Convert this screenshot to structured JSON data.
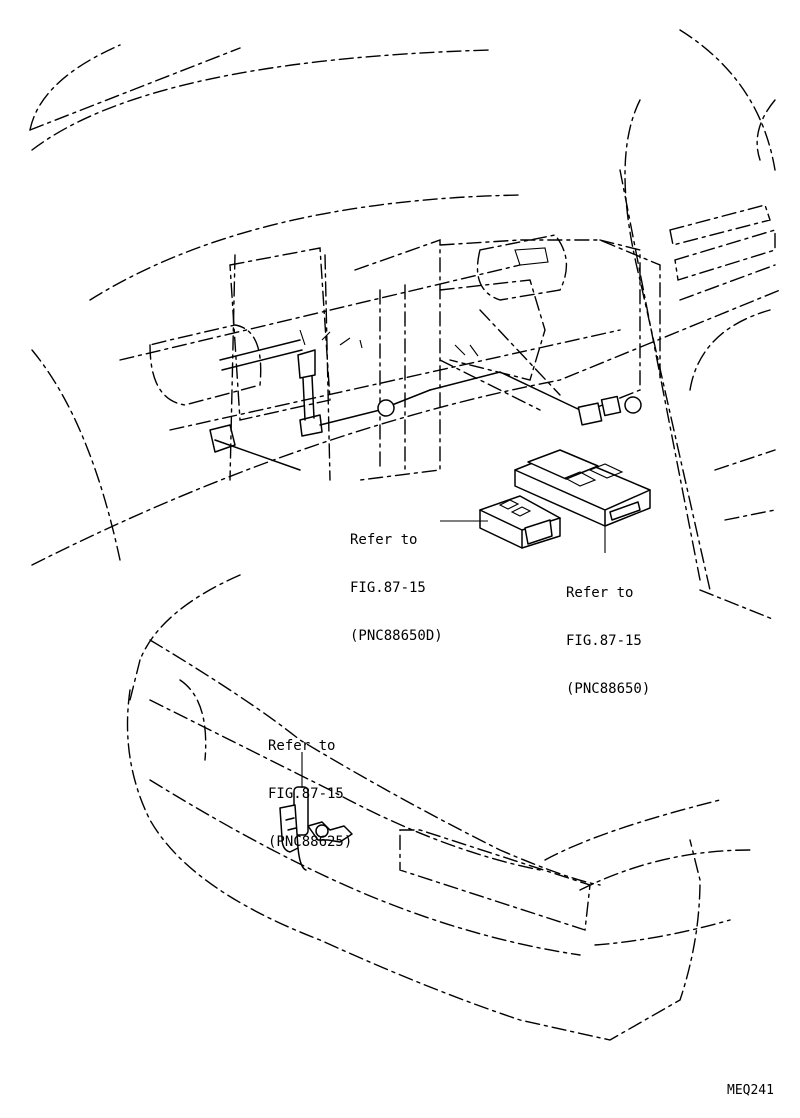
{
  "callouts": [
    {
      "refer": "Refer to",
      "fig": "FIG.87-15",
      "pnc": "(PNC88650D)"
    },
    {
      "refer": "Refer to",
      "fig": "FIG.87-15",
      "pnc": "(PNC88650)"
    },
    {
      "refer": "Refer to",
      "fig": "FIG.87-15",
      "pnc": "(PNC88625)"
    }
  ],
  "drawing_code": "MEQ241"
}
